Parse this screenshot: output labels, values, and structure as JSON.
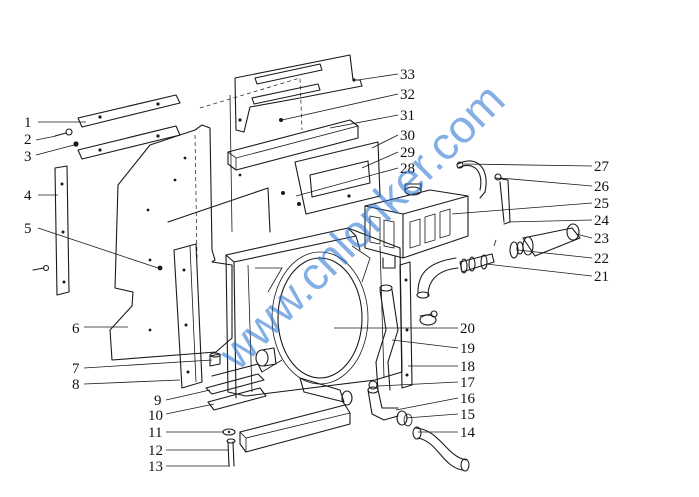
{
  "callouts": [
    {
      "id": "1",
      "label": "1"
    },
    {
      "id": "2",
      "label": "2"
    },
    {
      "id": "3",
      "label": "3"
    },
    {
      "id": "4",
      "label": "4"
    },
    {
      "id": "5",
      "label": "5"
    },
    {
      "id": "6",
      "label": "6"
    },
    {
      "id": "7",
      "label": "7"
    },
    {
      "id": "8",
      "label": "8"
    },
    {
      "id": "9",
      "label": "9"
    },
    {
      "id": "10",
      "label": "10"
    },
    {
      "id": "11",
      "label": "11"
    },
    {
      "id": "12",
      "label": "12"
    },
    {
      "id": "13",
      "label": "13"
    },
    {
      "id": "14",
      "label": "14"
    },
    {
      "id": "15",
      "label": "15"
    },
    {
      "id": "16",
      "label": "16"
    },
    {
      "id": "17",
      "label": "17"
    },
    {
      "id": "18",
      "label": "18"
    },
    {
      "id": "19",
      "label": "19"
    },
    {
      "id": "20",
      "label": "20"
    },
    {
      "id": "21",
      "label": "21"
    },
    {
      "id": "22",
      "label": "22"
    },
    {
      "id": "23",
      "label": "23"
    },
    {
      "id": "24",
      "label": "24"
    },
    {
      "id": "25",
      "label": "25"
    },
    {
      "id": "26",
      "label": "26"
    },
    {
      "id": "27",
      "label": "27"
    },
    {
      "id": "28",
      "label": "28"
    },
    {
      "id": "29",
      "label": "29"
    },
    {
      "id": "30",
      "label": "30"
    },
    {
      "id": "31",
      "label": "31"
    },
    {
      "id": "32",
      "label": "32"
    },
    {
      "id": "33",
      "label": "33"
    }
  ],
  "watermark": "www.cnlonker.com",
  "colors": {
    "line": "#1a1a1a",
    "watermark": "#1f6fd1",
    "background": "#ffffff"
  }
}
